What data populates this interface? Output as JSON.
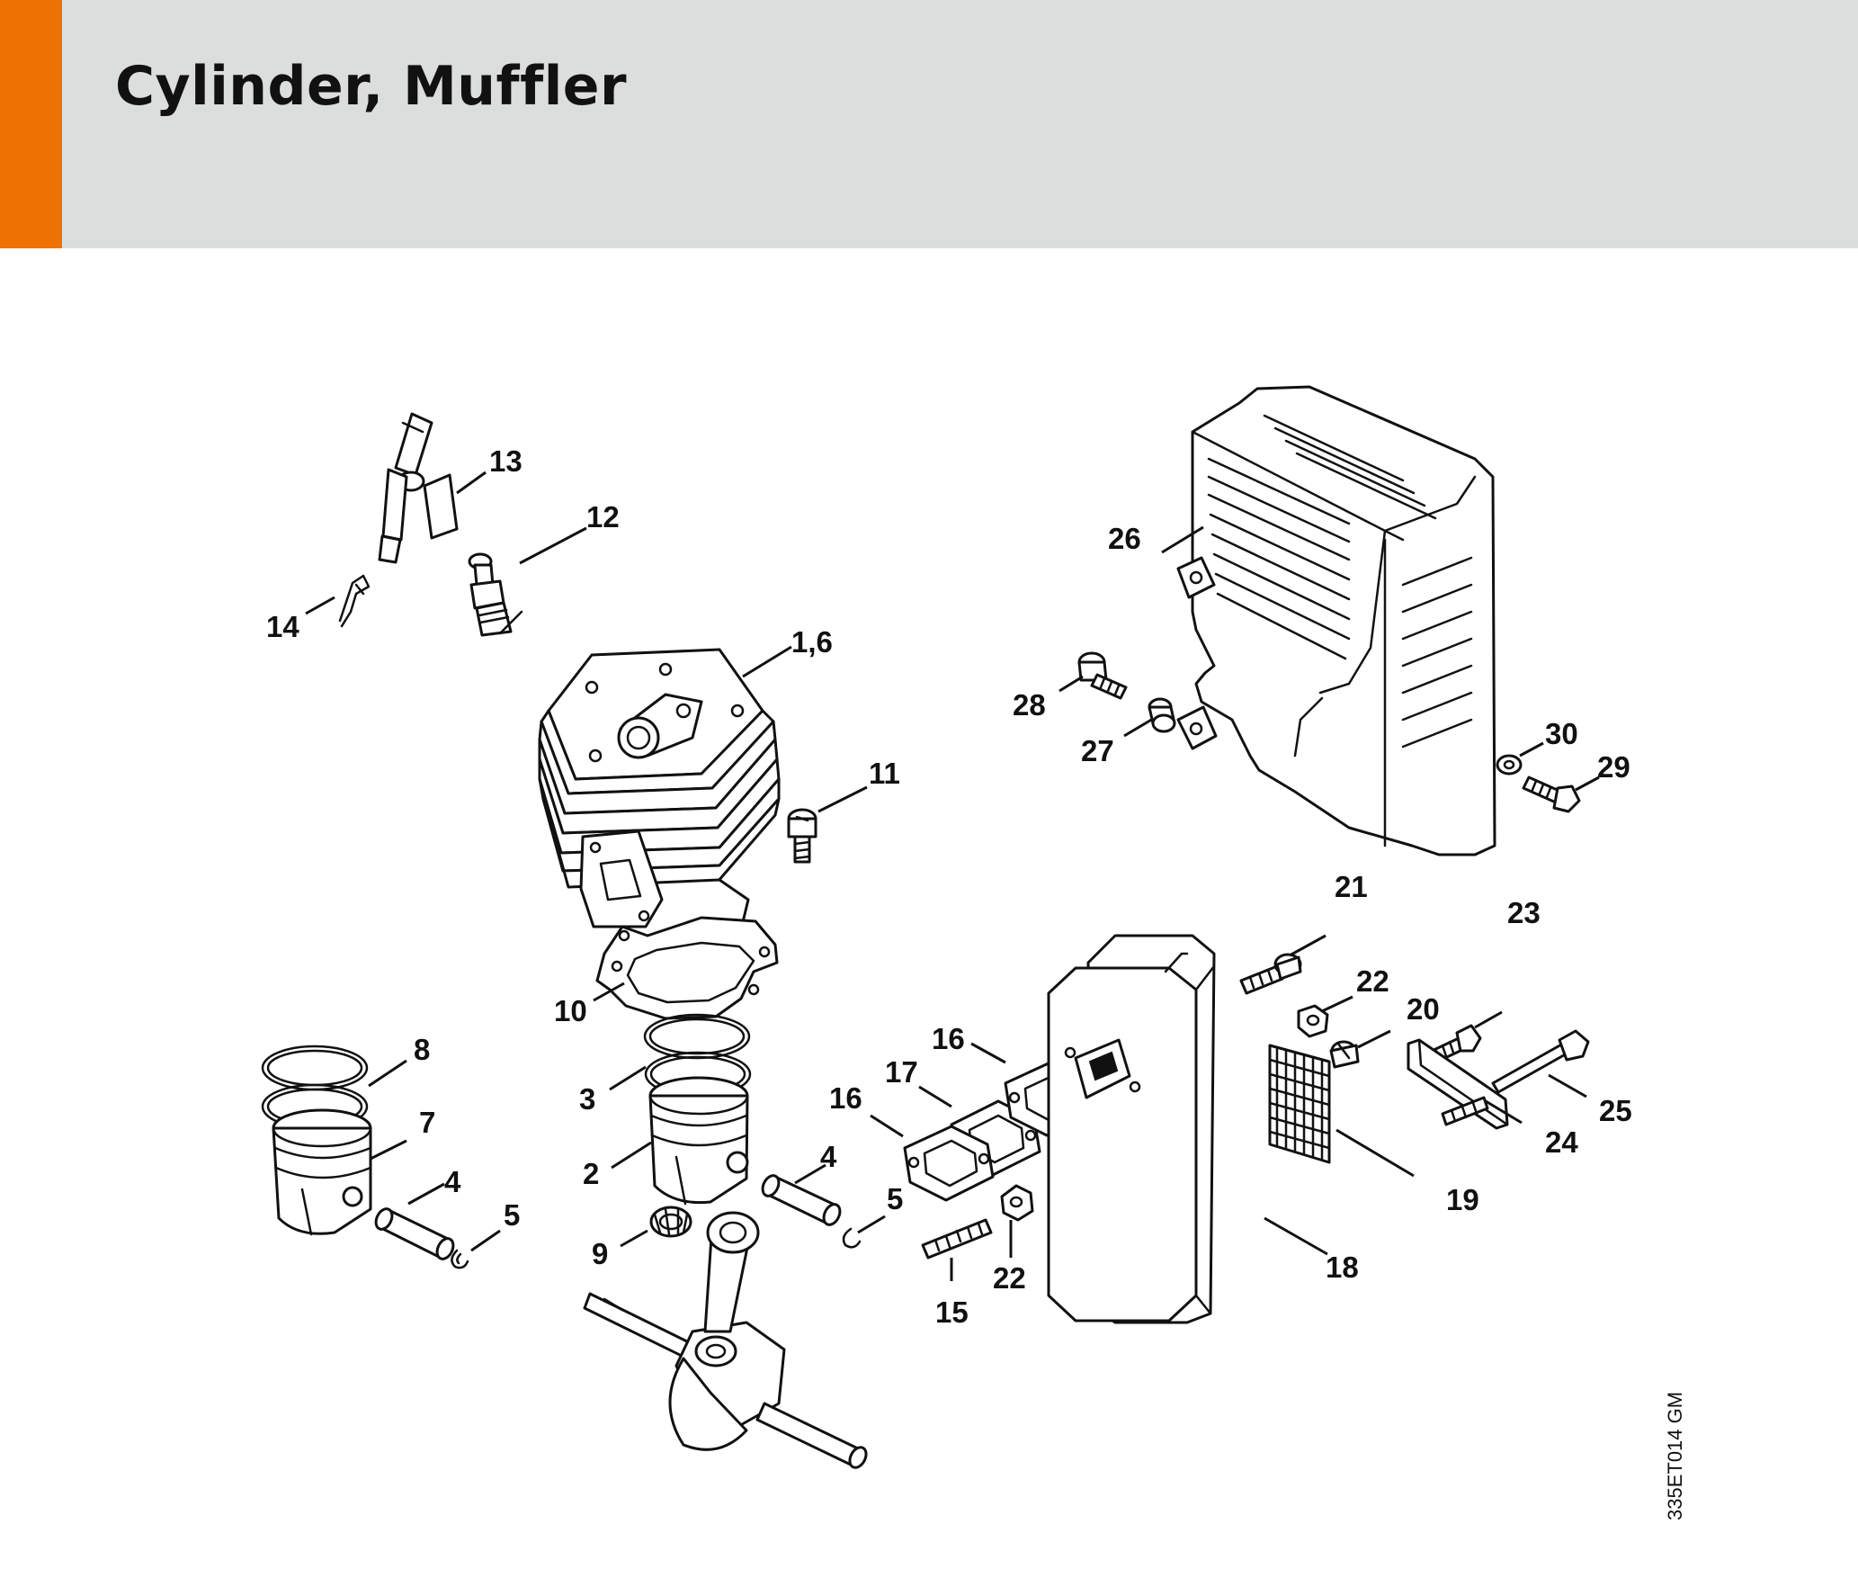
{
  "header": {
    "title": "Cylinder, Muffler"
  },
  "colors": {
    "accent": "#EE7203",
    "header_background": "#DCDDDD",
    "line_art": "#111111"
  },
  "callouts": {
    "c13": "13",
    "c12": "12",
    "c14": "14",
    "c1_6": "1,6",
    "c11": "11",
    "c10": "10",
    "c8": "8",
    "c7": "7",
    "c4a": "4",
    "c5a": "5",
    "c3": "3",
    "c2": "2",
    "c4b": "4",
    "c5b": "5",
    "c9": "9",
    "c26": "26",
    "c28": "28",
    "c27": "27",
    "c30": "30",
    "c29": "29",
    "c21": "21",
    "c23": "23",
    "c22a": "22",
    "c20": "20",
    "c16a": "16",
    "c17": "17",
    "c16b": "16",
    "c25": "25",
    "c24": "24",
    "c19": "19",
    "c22b": "22",
    "c15": "15",
    "c18": "18"
  },
  "drawing_code": "335ET014 GM"
}
